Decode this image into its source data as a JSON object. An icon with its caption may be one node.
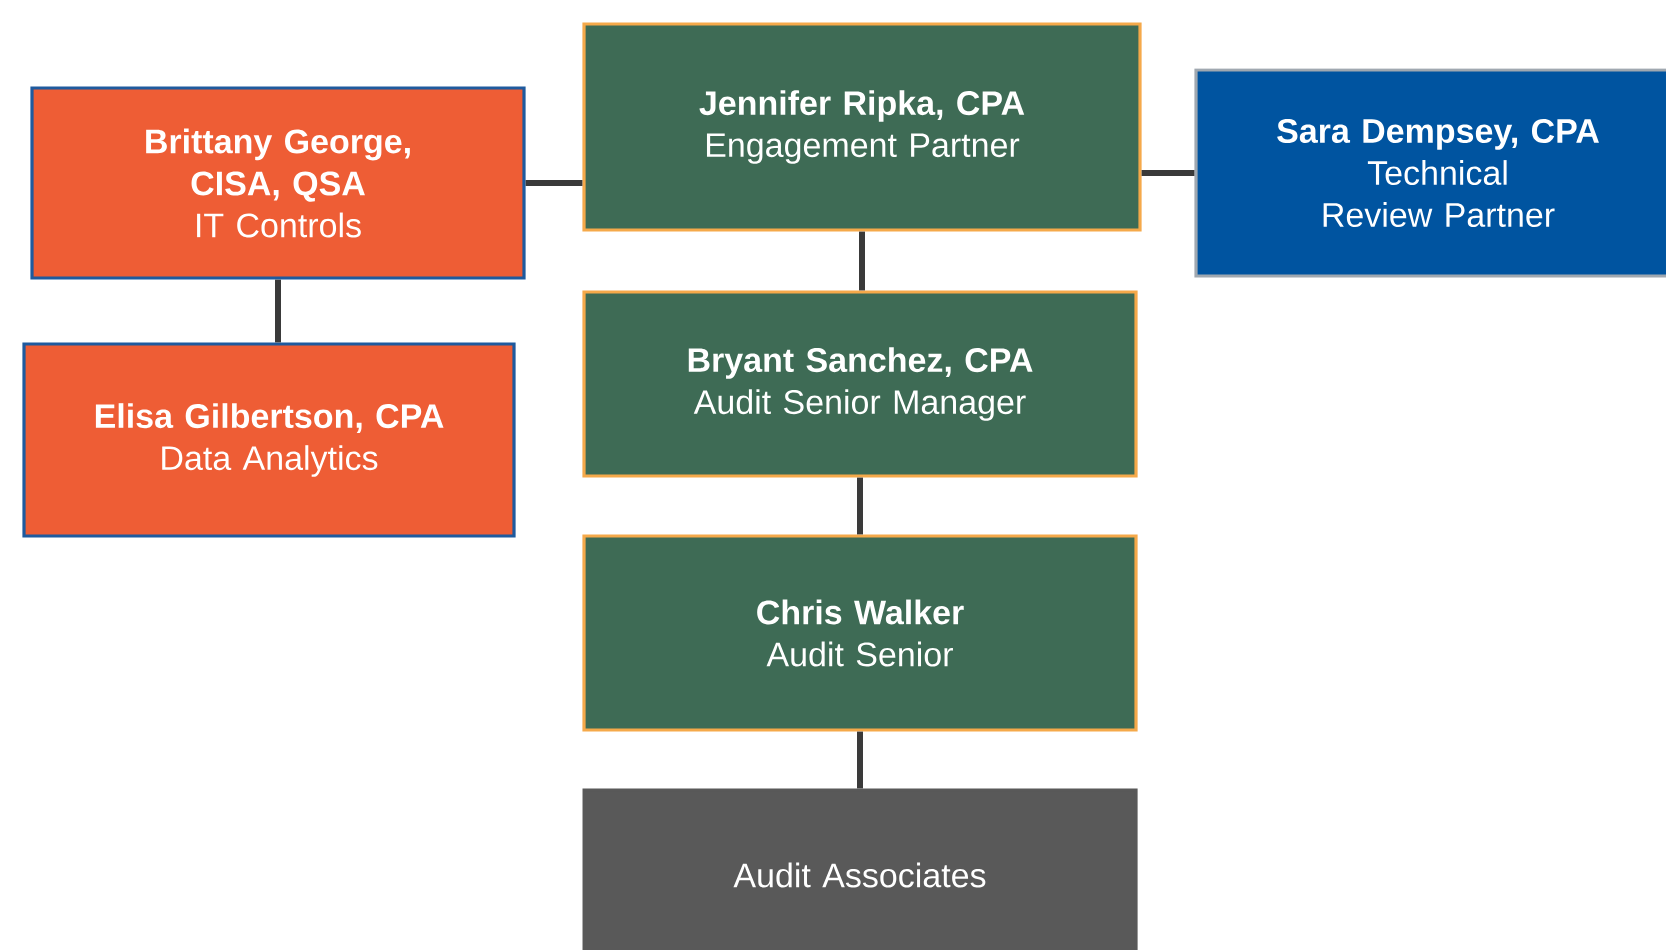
{
  "diagram": {
    "nodes": [
      {
        "text": [
          "Jennifer Ripka, CPA",
          "Engagement Partner"
        ]
      },
      {
        "text": [
          "Brittany George, CISA, QSA",
          "IT Controls"
        ]
      },
      {
        "text": [
          "Sara Dempsey, CPA",
          "Technical Review Partner"
        ]
      },
      {
        "text": [
          "Bryant Sanchez, CPA",
          "Audit Senior Manager"
        ]
      },
      {
        "text": [
          "Elisa Gilbertson, CPA",
          "Data Analytics"
        ]
      },
      {
        "text": [
          "Chris Walker",
          "Audit Senior"
        ]
      },
      {
        "text": [
          "Audit Associates"
        ]
      }
    ],
    "edges": [
      {
        "from": 1,
        "to": 0,
        "arrow": "none"
      },
      {
        "from": 0,
        "to": 2,
        "arrow": "none"
      },
      {
        "from": 0,
        "to": 3,
        "arrow": "none"
      },
      {
        "from": 1,
        "to": 4,
        "arrow": "none"
      },
      {
        "from": 3,
        "to": 5,
        "arrow": "none"
      },
      {
        "from": 5,
        "to": 6,
        "arrow": "none"
      }
    ]
  }
}
